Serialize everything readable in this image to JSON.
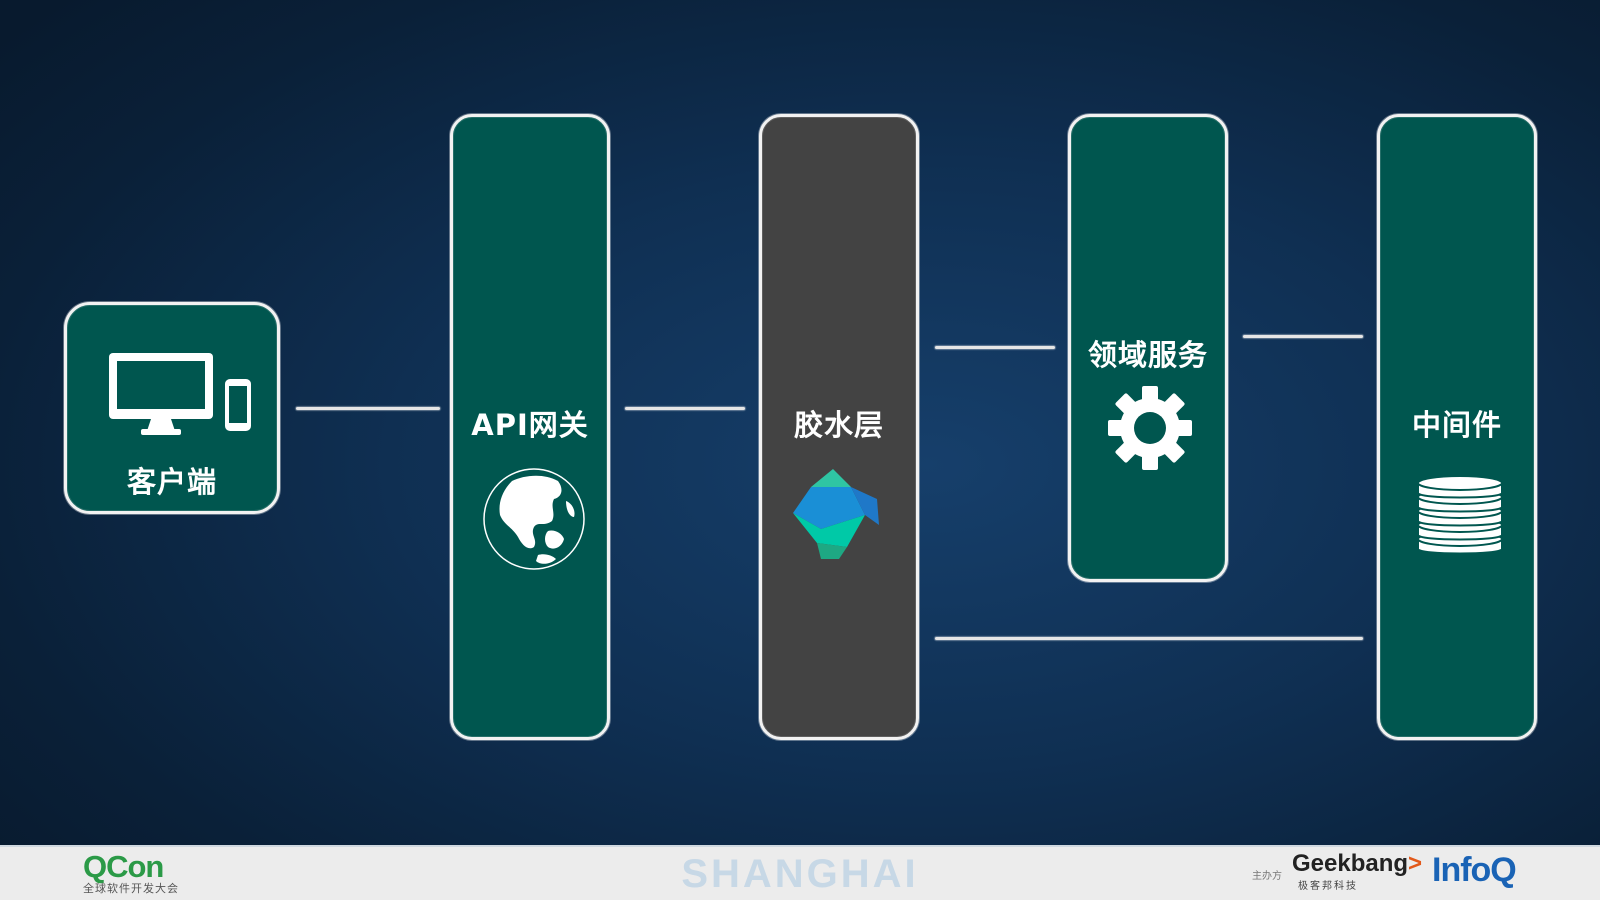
{
  "nodes": {
    "client": {
      "label": "客户端",
      "icon": "desktop-and-phone-icon"
    },
    "api_gateway": {
      "label": "API网关",
      "icon": "globe-icon"
    },
    "glue_layer": {
      "label": "胶水层",
      "icon": "dart-logo-icon"
    },
    "domain_service": {
      "label": "领域服务",
      "icon": "gear-icon"
    },
    "middleware": {
      "label": "中间件",
      "icon": "database-icon"
    }
  },
  "footer": {
    "qcon": "QCon",
    "qcon_sub": "全球软件开发大会",
    "city": "SHANGHAI",
    "host_label": "主办方",
    "geekbang": "Geekbang",
    "geekbang_sub": "极客邦科技",
    "infoq": "InfoQ"
  },
  "colors": {
    "box_fill": "#00564f",
    "glue_fill": "#434343",
    "background": "#0f2f52",
    "qcon_green": "#2b9a47",
    "infoq_blue": "#1a63b5"
  }
}
